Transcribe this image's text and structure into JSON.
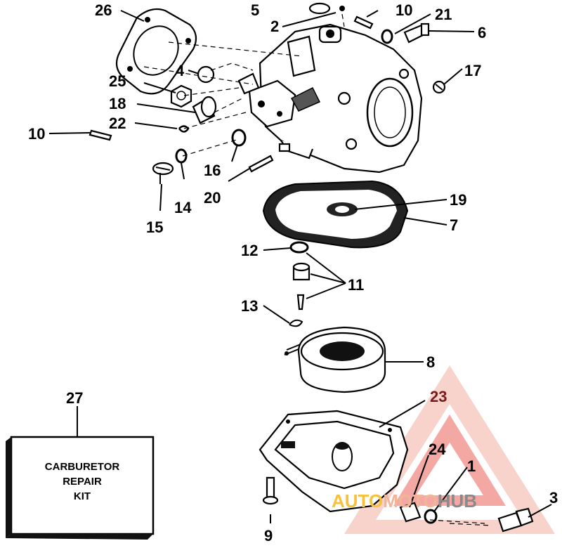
{
  "callouts": {
    "n1": "1",
    "n2": "2",
    "n3": "3",
    "n4": "4",
    "n5": "5",
    "n6": "6",
    "n7": "7",
    "n8": "8",
    "n9": "9",
    "n10a": "10",
    "n10b": "10",
    "n11": "11",
    "n12": "12",
    "n13": "13",
    "n14": "14",
    "n15": "15",
    "n16": "16",
    "n17": "17",
    "n18": "18",
    "n19": "19",
    "n20": "20",
    "n21": "21",
    "n22": "22",
    "n23": "23",
    "n24": "24",
    "n25": "25",
    "n26": "26",
    "n27": "27"
  },
  "kit_box": {
    "line1": "CARBURETOR",
    "line2": "REPAIR",
    "line3": "KIT"
  },
  "watermark": {
    "part1": "AUTO",
    "part2": "MOTO",
    "part3": "HUB",
    "color_primary": "#e8463c",
    "color_secondary": "#f2b59a",
    "color_hub": "#8a8a8a"
  }
}
